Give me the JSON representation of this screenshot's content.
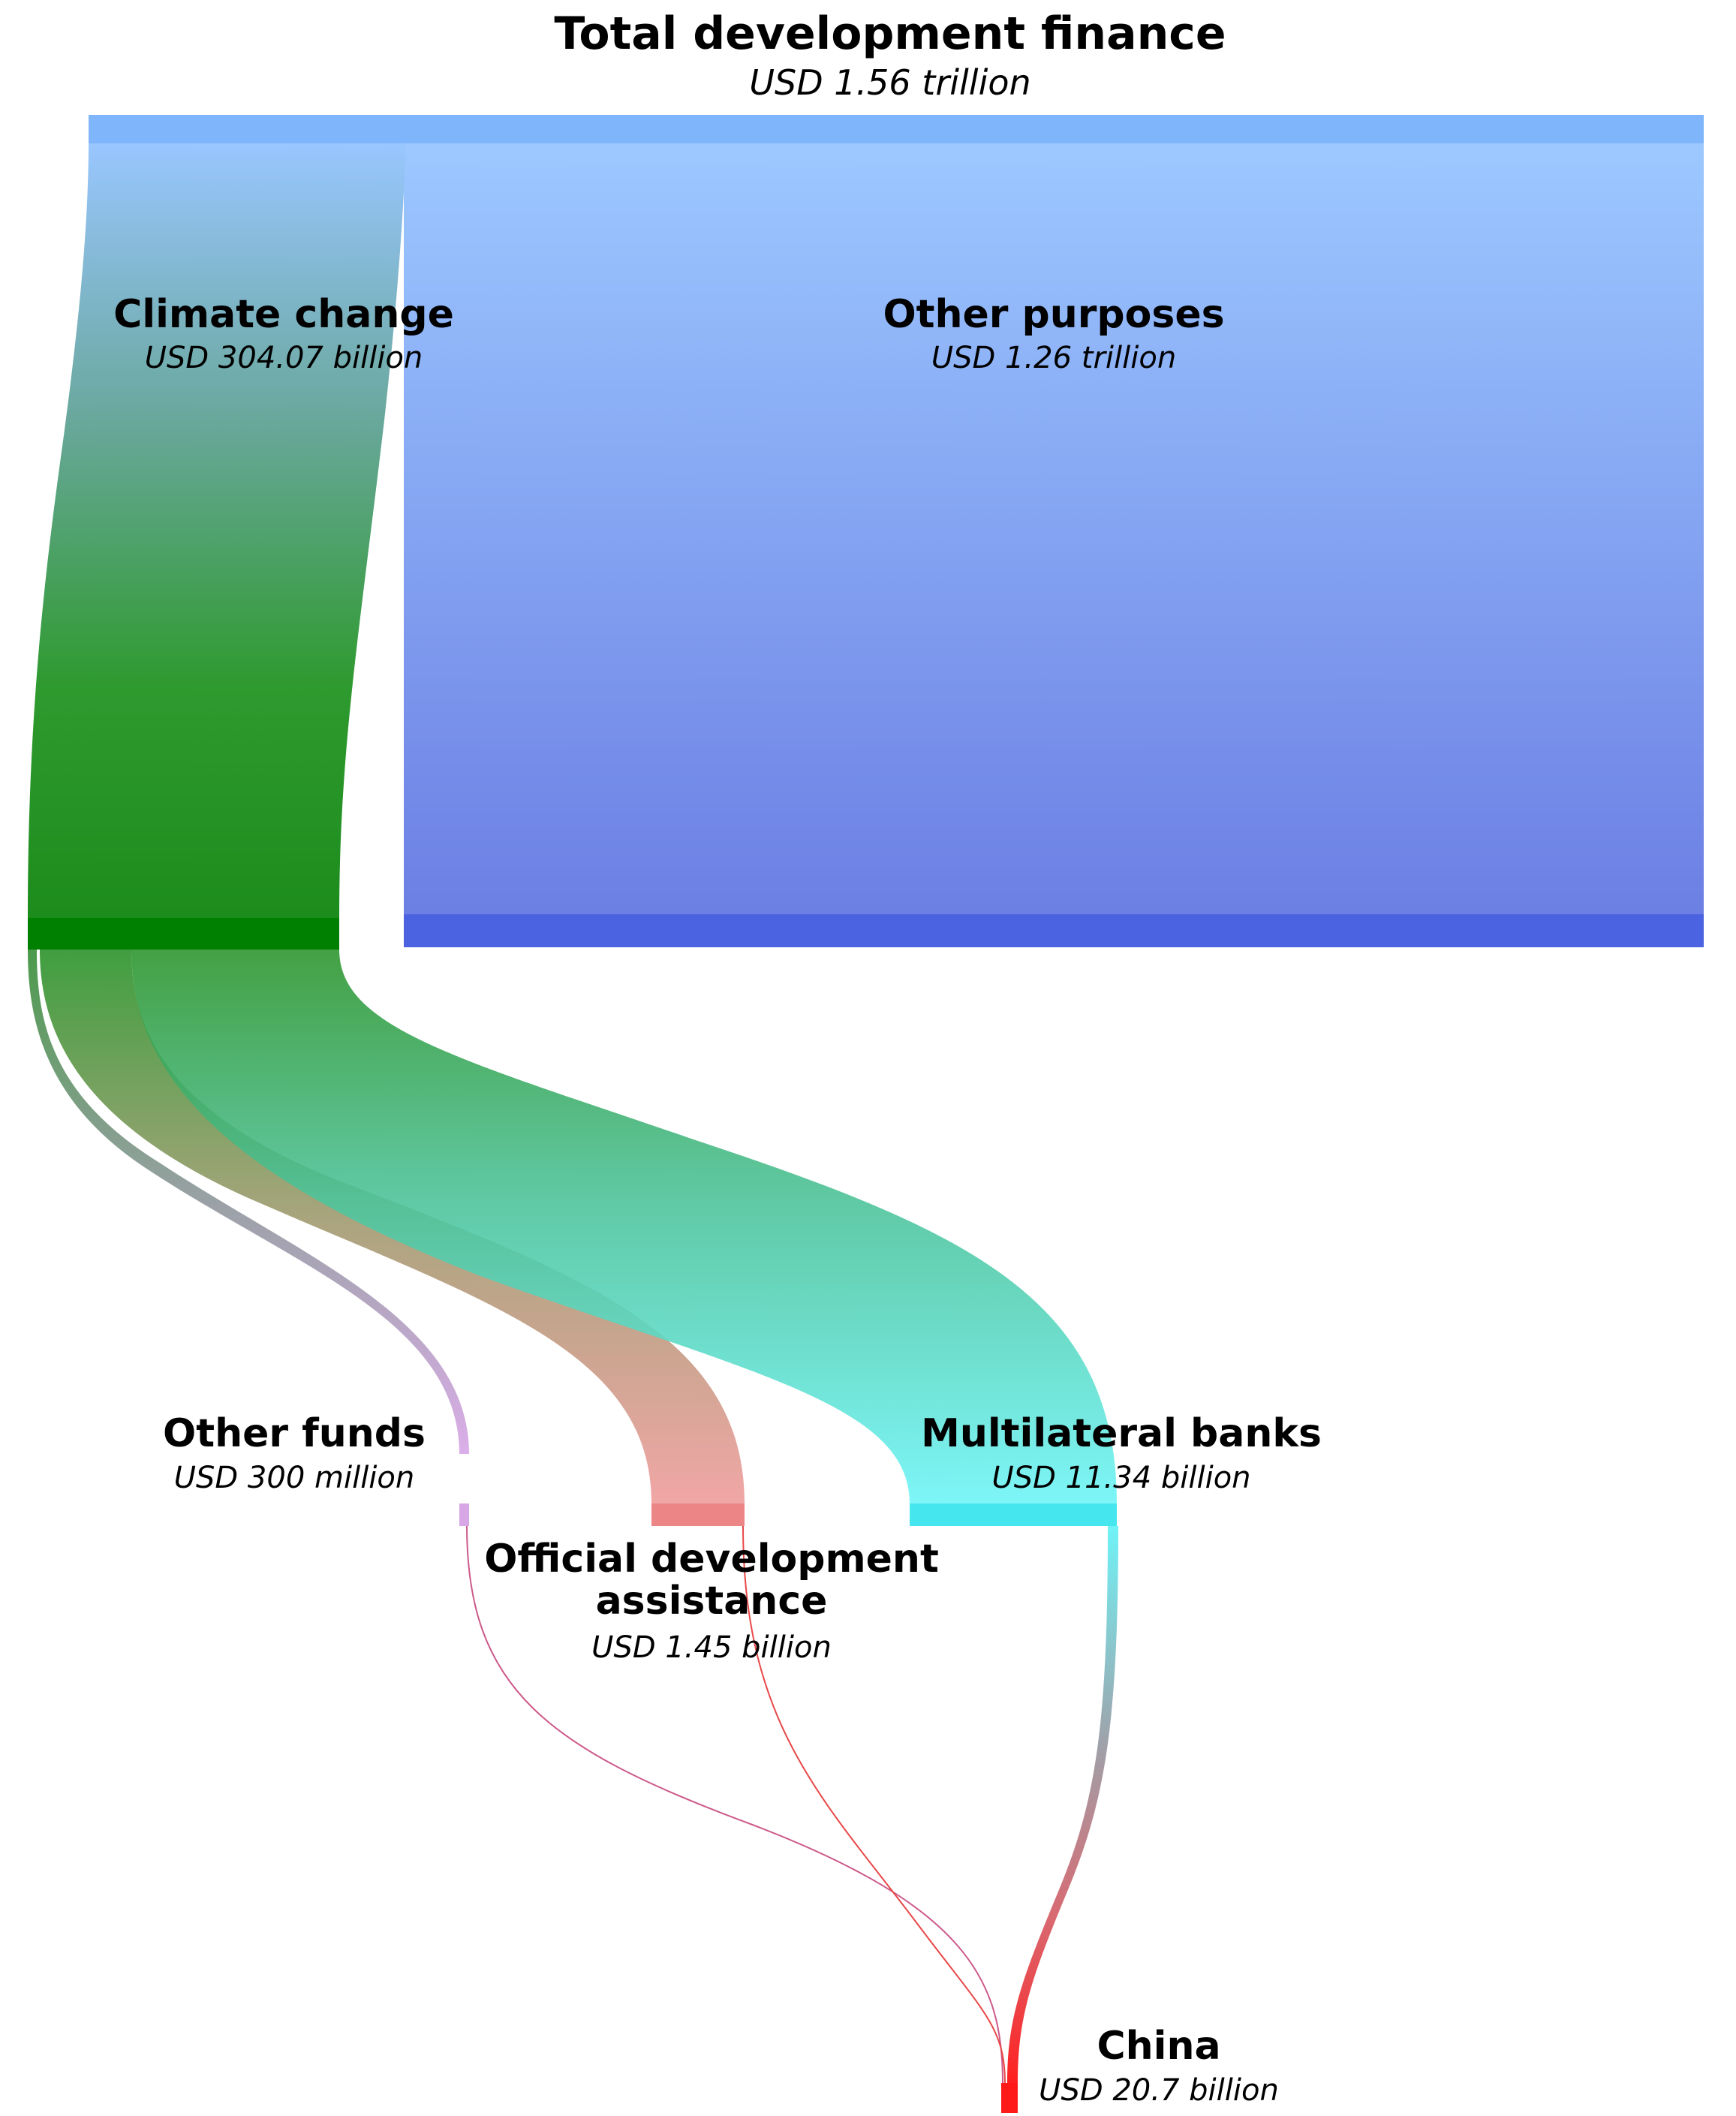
{
  "title": "Total development finance",
  "subtitle": "USD 1.56 trillion",
  "colors": {
    "total": "#7fb5fb",
    "climate_bar": "#008000",
    "other_purposes_bar": "#4b63e0",
    "other_funds_bar": "#d8a7e6",
    "oda_bar": "#ec8585",
    "multilateral_bar": "#45e6ee",
    "china_bar": "#ff1a1a"
  },
  "nodes": {
    "climate": {
      "name": "Climate change",
      "value": "USD 304.07 billion"
    },
    "other_purposes": {
      "name": "Other purposes",
      "value": "USD 1.26 trillion"
    },
    "other_funds": {
      "name": "Other funds",
      "value": "USD 300 million"
    },
    "oda": {
      "name_line1": "Official development",
      "name_line2": "assistance",
      "value": "USD 1.45 billion"
    },
    "multilateral": {
      "name": "Multilateral banks",
      "value": "USD 11.34 billion"
    },
    "china": {
      "name": "China",
      "value": "USD 20.7 billion"
    }
  }
}
